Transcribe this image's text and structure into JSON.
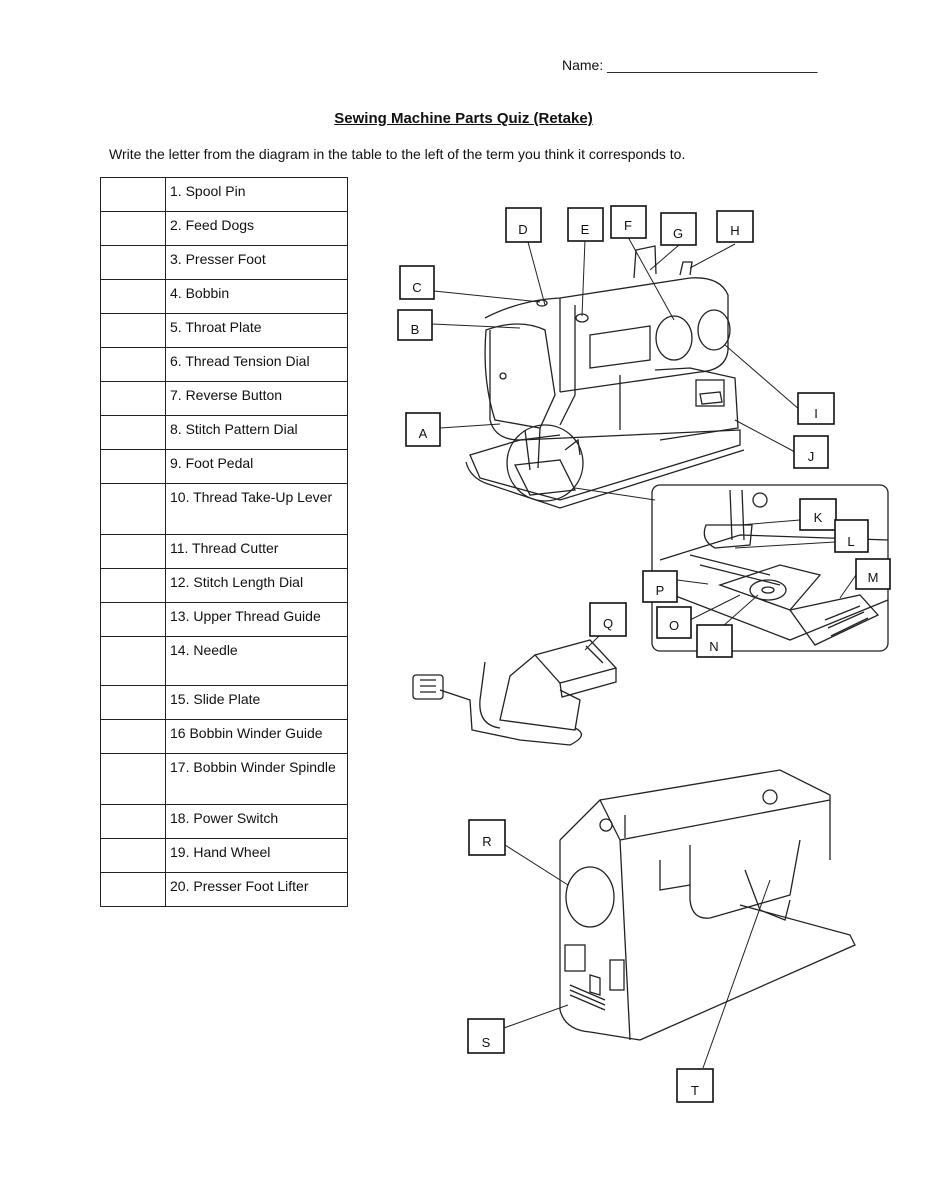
{
  "name_line": "Name: ___________________________",
  "title": "Sewing Machine Parts Quiz (Retake)",
  "instructions": "Write the letter from the diagram in the table to the left of the term you think it corresponds to.",
  "terms": [
    "1.  Spool Pin",
    "2. Feed Dogs",
    "3. Presser Foot",
    "4. Bobbin",
    "5. Throat Plate",
    "6. Thread Tension Dial",
    "7. Reverse Button",
    "8. Stitch Pattern Dial",
    "9. Foot Pedal",
    "10. Thread Take-Up Lever",
    "11. Thread Cutter",
    "12. Stitch Length Dial",
    "13. Upper Thread Guide",
    "14. Needle",
    "15. Slide Plate",
    "16 Bobbin Winder Guide",
    "17.  Bobbin Winder Spindle",
    "18.  Power Switch",
    "19.  Hand Wheel",
    "20. Presser Foot Lifter"
  ],
  "labels": {
    "A": "A",
    "B": "B",
    "C": "C",
    "D": "D",
    "E": "E",
    "F": "F",
    "G": "G",
    "H": "H",
    "I": "I",
    "J": "J",
    "K": "K",
    "L": "L",
    "M": "M",
    "N": "N",
    "O": "O",
    "P": "P",
    "Q": "Q",
    "R": "R",
    "S": "S",
    "T": "T"
  }
}
